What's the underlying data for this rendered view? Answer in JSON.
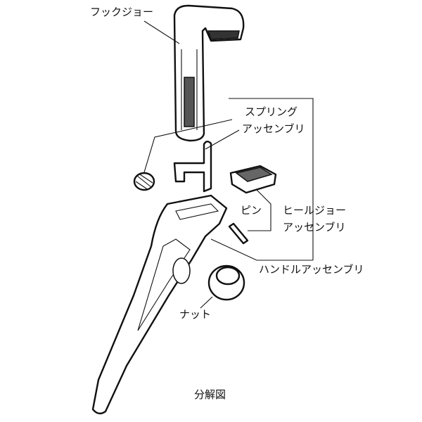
{
  "labels": {
    "hook_jaw": "フックジョー",
    "spring_assembly_1": "スプリング",
    "spring_assembly_2": "アッセンブリ",
    "pin": "ピン",
    "heel_jaw_assembly_1": "ヒールジョー",
    "heel_jaw_assembly_2": "アッセンブリ",
    "handle_assembly": "ハンドルアッセンブリ",
    "nut": "ナット",
    "caption": "分解図"
  }
}
